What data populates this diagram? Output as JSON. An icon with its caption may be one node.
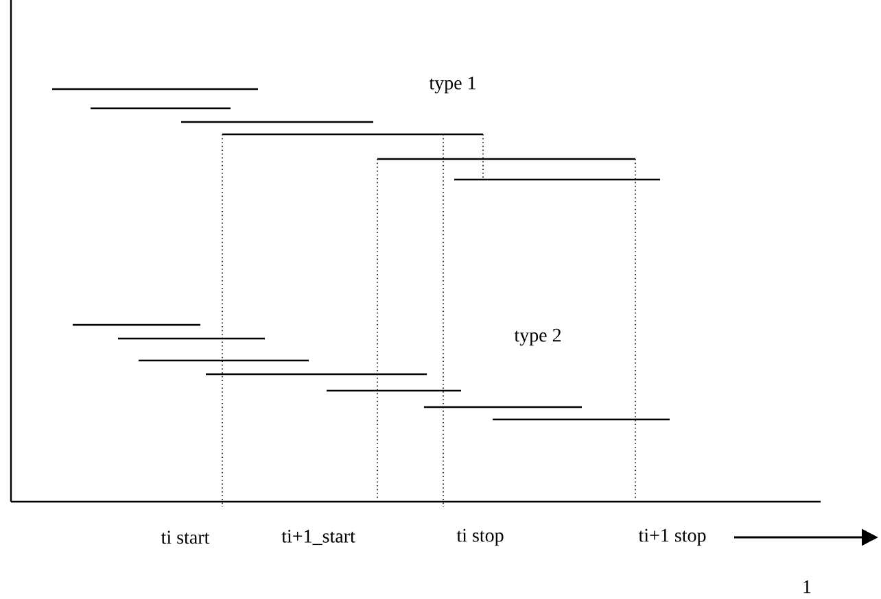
{
  "diagram": {
    "labels": [
      "type 1",
      "type 2",
      "ti start",
      "ti+1_start",
      "ti stop",
      "ti+1 stop",
      "1"
    ]
  }
}
